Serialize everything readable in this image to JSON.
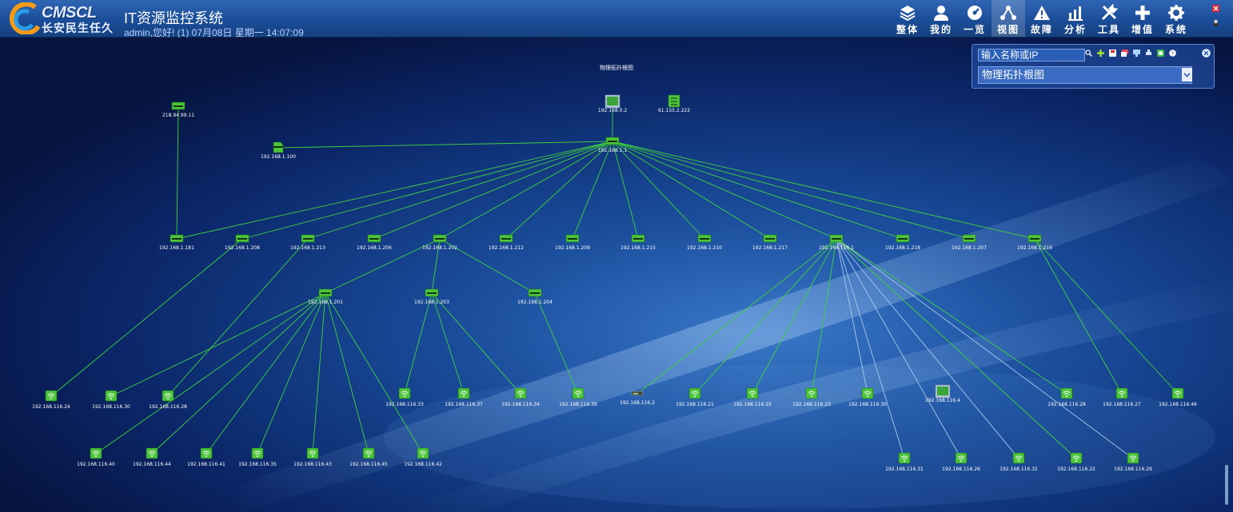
{
  "header": {
    "brand": "CMSCL",
    "slogan": "长安民生任久",
    "title": "IT资源监控系统",
    "user_info": "admin,您好! (1) 07月08日 星期一 14:07:09"
  },
  "nav": [
    {
      "label": "整体",
      "icon": "layers-icon"
    },
    {
      "label": "我的",
      "icon": "user-icon"
    },
    {
      "label": "一览",
      "icon": "dashboard-icon"
    },
    {
      "label": "视图",
      "icon": "topology-icon",
      "active": true
    },
    {
      "label": "故障",
      "icon": "warning-icon"
    },
    {
      "label": "分析",
      "icon": "chart-icon"
    },
    {
      "label": "工具",
      "icon": "tools-icon"
    },
    {
      "label": "增值",
      "icon": "plus-icon"
    },
    {
      "label": "系统",
      "icon": "gear-icon"
    }
  ],
  "control": {
    "search_placeholder": "输入名称或IP",
    "view_selected": "物理拓扑根图"
  },
  "topology": {
    "title": "物理拓扑根图",
    "nodes": [
      {
        "id": "n1",
        "label": "218.94.99.11",
        "type": "switch"
      },
      {
        "id": "n2",
        "label": "192.168.0.2",
        "type": "server"
      },
      {
        "id": "n3",
        "label": "61.155.2.222",
        "type": "router"
      },
      {
        "id": "n4",
        "label": "192.168.1.1",
        "type": "switch"
      },
      {
        "id": "n5",
        "label": "192.168.1.100",
        "type": "firewall"
      },
      {
        "id": "a1",
        "label": "192.168.1.181",
        "type": "switch"
      },
      {
        "id": "a2",
        "label": "192.168.1.208",
        "type": "switch"
      },
      {
        "id": "a3",
        "label": "192.168.1.213",
        "type": "switch"
      },
      {
        "id": "a4",
        "label": "192.168.1.206",
        "type": "switch"
      },
      {
        "id": "a5",
        "label": "192.168.1.202",
        "type": "switch"
      },
      {
        "id": "a6",
        "label": "192.168.1.212",
        "type": "switch"
      },
      {
        "id": "a7",
        "label": "192.168.1.209",
        "type": "switch"
      },
      {
        "id": "a8",
        "label": "192.168.1.215",
        "type": "switch"
      },
      {
        "id": "a9",
        "label": "192.168.1.210",
        "type": "switch"
      },
      {
        "id": "a10",
        "label": "192.168.1.217",
        "type": "switch"
      },
      {
        "id": "a11",
        "label": "192.168.116.1",
        "type": "switch"
      },
      {
        "id": "a12",
        "label": "192.168.1.218",
        "type": "switch"
      },
      {
        "id": "a13",
        "label": "192.168.1.207",
        "type": "switch"
      },
      {
        "id": "a14",
        "label": "192.168.1.216",
        "type": "switch"
      },
      {
        "id": "b1",
        "label": "192.168.1.201",
        "type": "switch"
      },
      {
        "id": "b2",
        "label": "192.168.1.203",
        "type": "switch"
      },
      {
        "id": "b3",
        "label": "192.168.1.204",
        "type": "switch"
      },
      {
        "id": "c1",
        "label": "192.168.116.24",
        "type": "wifi"
      },
      {
        "id": "c2",
        "label": "192.168.116.30",
        "type": "wifi"
      },
      {
        "id": "c3",
        "label": "192.168.116.28",
        "type": "wifi"
      },
      {
        "id": "c4",
        "label": "192.168.116.33",
        "type": "wifi"
      },
      {
        "id": "c5",
        "label": "192.168.116.37",
        "type": "wifi"
      },
      {
        "id": "c6",
        "label": "192.168.116.34",
        "type": "wifi"
      },
      {
        "id": "c7",
        "label": "192.168.116.39",
        "type": "wifi"
      },
      {
        "id": "c8",
        "label": "192.168.116.2",
        "type": "device"
      },
      {
        "id": "c9",
        "label": "192.168.116.21",
        "type": "wifi"
      },
      {
        "id": "c10",
        "label": "192.168.116.25",
        "type": "wifi"
      },
      {
        "id": "c11",
        "label": "192.168.116.23",
        "type": "wifi"
      },
      {
        "id": "c12",
        "label": "192.168.116.30",
        "type": "wifi"
      },
      {
        "id": "c13",
        "label": "192.168.116.4",
        "type": "server"
      },
      {
        "id": "c14",
        "label": "192.168.116.28",
        "type": "wifi"
      },
      {
        "id": "c15",
        "label": "192.168.116.27",
        "type": "wifi"
      },
      {
        "id": "c16",
        "label": "192.168.116.46",
        "type": "wifi"
      },
      {
        "id": "d1",
        "label": "192.168.116.40",
        "type": "wifi"
      },
      {
        "id": "d2",
        "label": "192.168.116.44",
        "type": "wifi"
      },
      {
        "id": "d3",
        "label": "192.168.116.41",
        "type": "wifi"
      },
      {
        "id": "d4",
        "label": "192.168.116.35",
        "type": "wifi"
      },
      {
        "id": "d5",
        "label": "192.168.116.43",
        "type": "wifi"
      },
      {
        "id": "d6",
        "label": "192.168.116.45",
        "type": "wifi"
      },
      {
        "id": "d7",
        "label": "192.168.116.42",
        "type": "wifi"
      },
      {
        "id": "e1",
        "label": "192.168.116.31",
        "type": "wifi"
      },
      {
        "id": "e2",
        "label": "192.168.116.26",
        "type": "wifi"
      },
      {
        "id": "e3",
        "label": "192.168.116.32",
        "type": "wifi"
      },
      {
        "id": "e4",
        "label": "192.168.116.22",
        "type": "wifi"
      },
      {
        "id": "e5",
        "label": "192.168.116.29",
        "type": "wifi"
      }
    ],
    "links": [
      [
        "n2",
        "n4"
      ],
      [
        "n1",
        "a1"
      ],
      [
        "n5",
        "n4"
      ],
      [
        "n4",
        "a1"
      ],
      [
        "n4",
        "a2"
      ],
      [
        "n4",
        "a3"
      ],
      [
        "n4",
        "a4"
      ],
      [
        "n4",
        "a5"
      ],
      [
        "n4",
        "a6"
      ],
      [
        "n4",
        "a7"
      ],
      [
        "n4",
        "a8"
      ],
      [
        "n4",
        "a9"
      ],
      [
        "n4",
        "a10"
      ],
      [
        "n4",
        "a11"
      ],
      [
        "n4",
        "a12"
      ],
      [
        "n4",
        "a13"
      ],
      [
        "n4",
        "a14"
      ],
      [
        "a2",
        "c1"
      ],
      [
        "a3",
        "c3"
      ],
      [
        "a5",
        "b1"
      ],
      [
        "a5",
        "b2"
      ],
      [
        "a5",
        "b3"
      ],
      [
        "b1",
        "c2"
      ],
      [
        "b1",
        "d1"
      ],
      [
        "b1",
        "d2"
      ],
      [
        "b1",
        "d3"
      ],
      [
        "b1",
        "d4"
      ],
      [
        "b1",
        "d5"
      ],
      [
        "b1",
        "d6"
      ],
      [
        "b1",
        "d7"
      ],
      [
        "b2",
        "c4"
      ],
      [
        "b2",
        "c5"
      ],
      [
        "b2",
        "c6"
      ],
      [
        "b3",
        "c7"
      ],
      [
        "a11",
        "c8"
      ],
      [
        "a11",
        "c9"
      ],
      [
        "a11",
        "c10"
      ],
      [
        "a11",
        "c11"
      ],
      [
        "a11",
        "c12"
      ],
      [
        "a11",
        "c14"
      ],
      [
        "a11",
        "e1"
      ],
      [
        "a11",
        "e2"
      ],
      [
        "a11",
        "e3"
      ],
      [
        "a11",
        "e4"
      ],
      [
        "a11",
        "e5"
      ],
      [
        "a14",
        "c15"
      ],
      [
        "a14",
        "c16"
      ]
    ],
    "pale_links": [
      [
        "a11",
        "e1"
      ],
      [
        "a11",
        "e2"
      ],
      [
        "a11",
        "e3"
      ],
      [
        "a11",
        "e5"
      ],
      [
        "a11",
        "c12"
      ]
    ]
  },
  "colors": {
    "link": "#3fd33f",
    "pale_link": "#a9c8ea",
    "node": "#4cc43c",
    "header": "#1f57a6"
  }
}
